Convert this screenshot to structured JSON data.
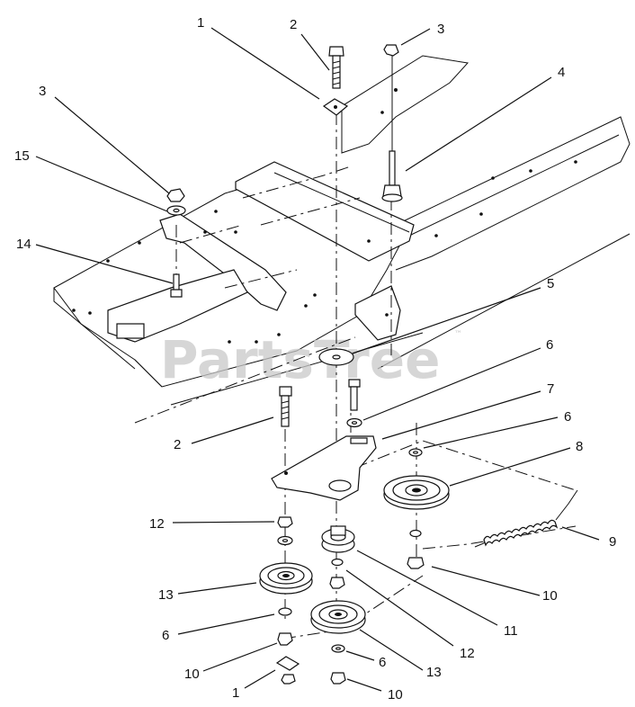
{
  "watermark": {
    "text": "PartsTree",
    "trademark": "™"
  },
  "callouts": {
    "c1a": "1",
    "c2a": "2",
    "c3a": "3",
    "c4": "4",
    "c3b": "3",
    "c15": "15",
    "c14": "14",
    "c5": "5",
    "c6a": "6",
    "c7": "7",
    "c2b": "2",
    "c6b": "6",
    "c8": "8",
    "c12a": "12",
    "c9": "9",
    "c13a": "13",
    "c10a": "10",
    "c11": "11",
    "c6c": "6",
    "c12b": "12",
    "c10b": "10",
    "c6d": "6",
    "c13b": "13",
    "c1b": "1",
    "c10c": "10"
  }
}
